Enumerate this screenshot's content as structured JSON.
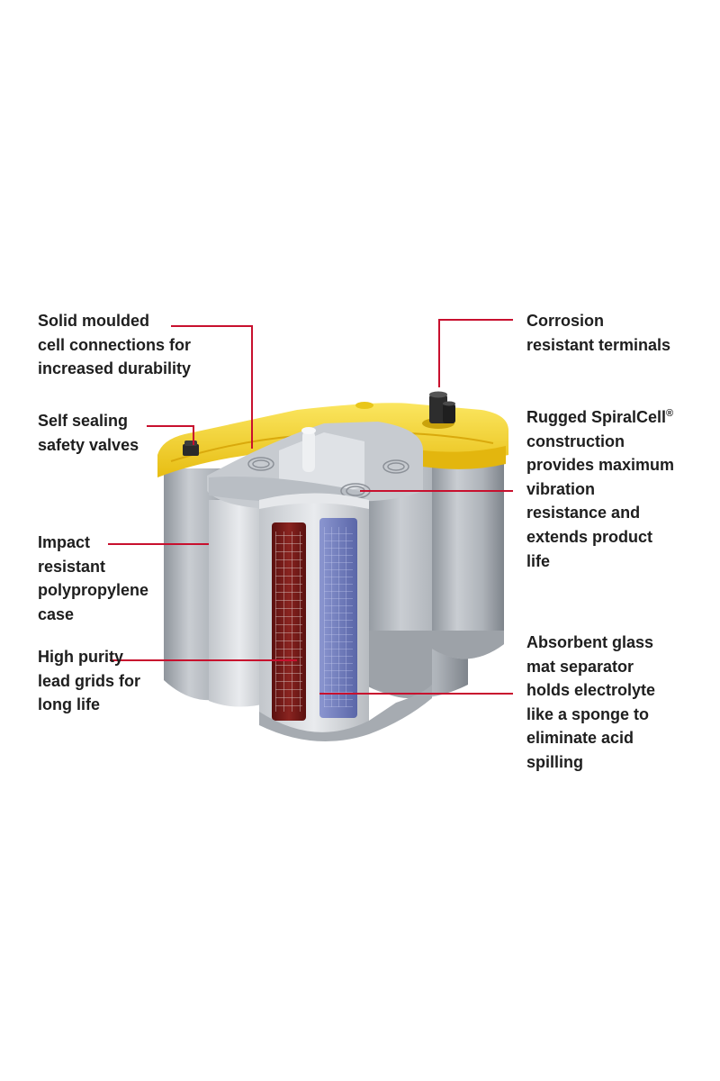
{
  "colors": {
    "leader": "#c8102e",
    "lid": "#f3d21a",
    "case": "#b8bcc1",
    "grid": "#7a1a17",
    "separator": "#6e7bbf",
    "text": "#1e1e1e"
  },
  "callouts": [
    {
      "id": "cell-connections",
      "lines": [
        "Solid moulded",
        "cell connections for",
        "increased durability"
      ]
    },
    {
      "id": "safety-valves",
      "lines": [
        "Self sealing",
        "safety valves"
      ]
    },
    {
      "id": "case",
      "lines": [
        "Impact",
        "resistant",
        "polypropylene",
        "case"
      ]
    },
    {
      "id": "lead-grids",
      "lines": [
        "High purity",
        "lead grids for",
        "long life"
      ]
    },
    {
      "id": "terminals",
      "lines": [
        "Corrosion",
        "resistant terminals"
      ]
    },
    {
      "id": "spiralcell",
      "lines": [
        "Rugged SpiralCell",
        "construction",
        "provides maximum",
        "vibration",
        "resistance and",
        "extends product",
        "life"
      ],
      "mark": "®"
    },
    {
      "id": "agm-separator",
      "lines": [
        "Absorbent glass",
        "mat separator",
        "holds electrolyte",
        "like a sponge to",
        "eliminate acid",
        "spilling"
      ]
    }
  ]
}
